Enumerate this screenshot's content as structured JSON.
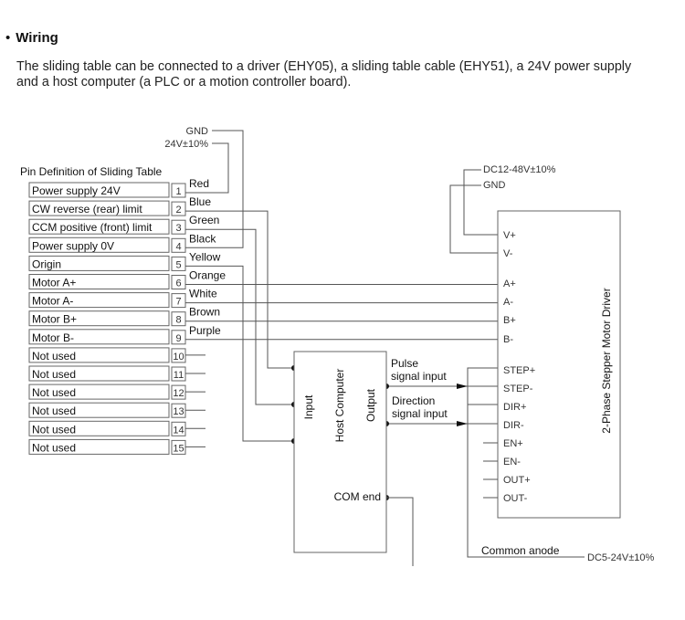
{
  "heading": {
    "bullet": "•",
    "title": "Wiring"
  },
  "intro": "The sliding table can be connected to a driver (EHY05), a sliding table cable (EHY51), a 24V power supply and a host computer (a PLC or a motion controller board).",
  "power_24v": {
    "gnd": "GND",
    "v24": "24V±10%"
  },
  "pin_table": {
    "title": "Pin Definition of Sliding Table",
    "pins": [
      {
        "num": "1",
        "name": "Power supply 24V",
        "wire": "Red"
      },
      {
        "num": "2",
        "name": "CW reverse (rear) limit",
        "wire": "Blue"
      },
      {
        "num": "3",
        "name": "CCM positive (front) limit",
        "wire": "Green"
      },
      {
        "num": "4",
        "name": "Power supply 0V",
        "wire": "Black"
      },
      {
        "num": "5",
        "name": "Origin",
        "wire": "Yellow"
      },
      {
        "num": "6",
        "name": "Motor A+",
        "wire": "Orange"
      },
      {
        "num": "7",
        "name": "Motor A-",
        "wire": "White"
      },
      {
        "num": "8",
        "name": "Motor B+",
        "wire": "Brown"
      },
      {
        "num": "9",
        "name": "Motor B-",
        "wire": "Purple"
      },
      {
        "num": "10",
        "name": "Not used",
        "wire": ""
      },
      {
        "num": "11",
        "name": "Not used",
        "wire": ""
      },
      {
        "num": "12",
        "name": "Not used",
        "wire": ""
      },
      {
        "num": "13",
        "name": "Not used",
        "wire": ""
      },
      {
        "num": "14",
        "name": "Not used",
        "wire": ""
      },
      {
        "num": "15",
        "name": "Not used",
        "wire": ""
      }
    ]
  },
  "host": {
    "title": "Host Computer",
    "input": "Input",
    "output": "Output",
    "com_end": "COM end",
    "pulse_line1": "Pulse",
    "pulse_line2": "signal input",
    "dir_line1": "Direction",
    "dir_line2": "signal input"
  },
  "driver": {
    "title": "2-Phase Stepper Motor Driver",
    "supply": "DC12-48V±10%",
    "gnd": "GND",
    "terminals": [
      "V+",
      "V-",
      "A+",
      "A-",
      "B+",
      "B-",
      "STEP+",
      "STEP-",
      "DIR+",
      "DIR-",
      "EN+",
      "EN-",
      "OUT+",
      "OUT-"
    ],
    "common_anode": "Common anode",
    "anode_supply": "DC5-24V±10%"
  }
}
